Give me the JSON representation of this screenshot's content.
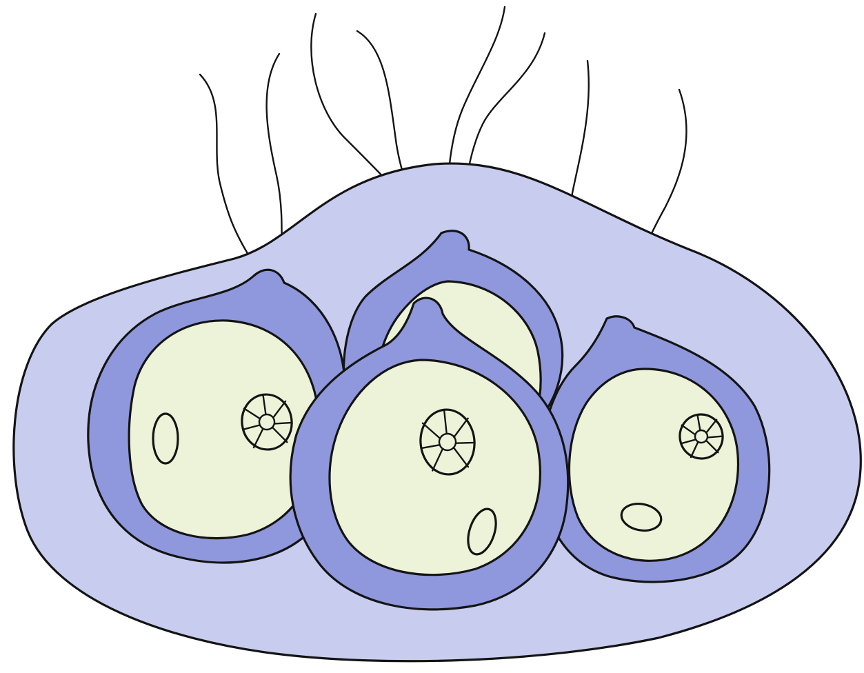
{
  "figure": {
    "subject": "colony-of-flagellated-cells",
    "cell_count": 4,
    "flagella_per_cell": 2
  },
  "colors": {
    "background": "#ffffff",
    "colony_matrix": "#c8cdf0",
    "cell_wall": "#8f98dc",
    "protoplast": "#edf3d8",
    "outline": "#141414"
  }
}
